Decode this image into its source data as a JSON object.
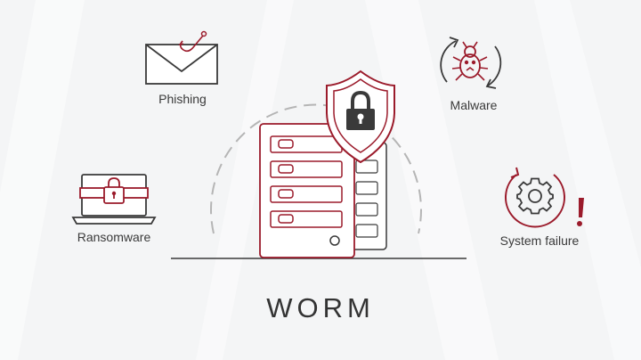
{
  "diagram": {
    "title": "WORM",
    "threats": [
      {
        "label": "Phishing",
        "icon": "envelope-hook-icon"
      },
      {
        "label": "Malware",
        "icon": "bug-cycle-icon"
      },
      {
        "label": "Ransomware",
        "icon": "locked-laptop-icon"
      },
      {
        "label": "System failure",
        "icon": "gear-warning-icon"
      }
    ],
    "center": {
      "icon": "storage-server-icon",
      "badge": "shield-lock-icon"
    }
  },
  "colors": {
    "accent": "#9b1b2b",
    "line": "#3a3a3a",
    "dashed_circle": "#b5b5b5",
    "background": "#f4f5f6"
  }
}
